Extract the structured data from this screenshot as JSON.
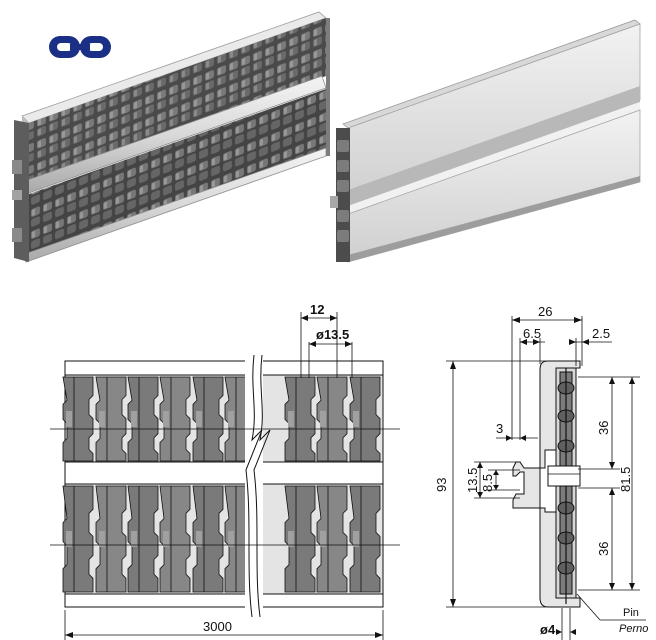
{
  "brand_icon": "chain-link-icon",
  "colors": {
    "icon_blue": "#1b2f86",
    "roller_dark": "#6b6b6b",
    "roller_mid": "#8a8a8a",
    "profile_light": "#e6e6e6",
    "profile_shadow": "#9a9a9a",
    "line": "#111111"
  },
  "photos": {
    "left": "roller-track-perspective-view",
    "right": "roller-track-rear-view"
  },
  "front_view": {
    "pitch": "12",
    "roller_diameter": "ø13.5",
    "length": "3000"
  },
  "section_view": {
    "width_total": "26",
    "width_a": "6.5",
    "width_b": "2.5",
    "slot": "3",
    "height_total": "93",
    "height_inner": "81.5",
    "upper_track": "36",
    "lower_track": "36",
    "groove_outer": "13.5",
    "groove_inner": "8.5",
    "pin_diameter": "ø4",
    "pin_label": "Pin",
    "pin_label_it": "Perno"
  }
}
